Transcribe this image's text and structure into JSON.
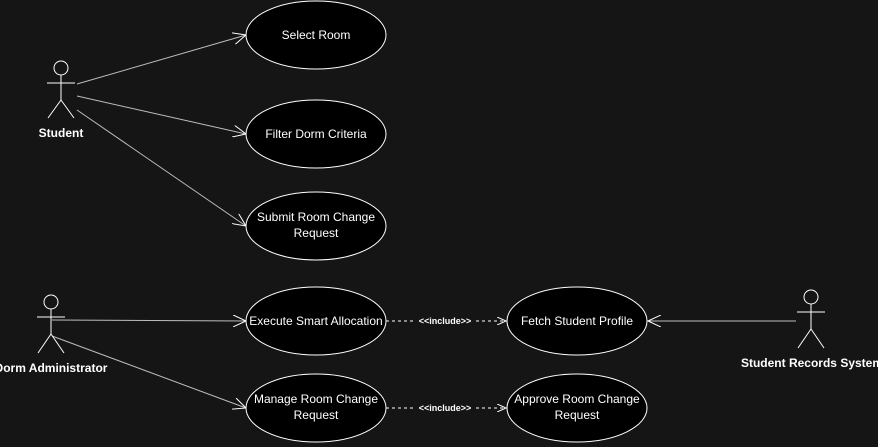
{
  "diagram": {
    "actors": [
      {
        "id": "student",
        "label": "Student"
      },
      {
        "id": "dorm-admin",
        "label": "Dorm Administrator"
      },
      {
        "id": "records",
        "label": "Student Records System"
      }
    ],
    "use_cases": [
      {
        "id": "select-room",
        "lines": [
          "Select Room"
        ]
      },
      {
        "id": "filter-dorm",
        "lines": [
          "Filter Dorm Criteria"
        ]
      },
      {
        "id": "submit-change",
        "lines": [
          "Submit Room Change",
          "Request"
        ]
      },
      {
        "id": "execute-allocation",
        "lines": [
          "Execute Smart Allocation"
        ]
      },
      {
        "id": "manage-change",
        "lines": [
          "Manage Room Change",
          "Request"
        ]
      },
      {
        "id": "fetch-profile",
        "lines": [
          "Fetch Student Profile"
        ]
      },
      {
        "id": "approve-change",
        "lines": [
          "Approve Room Change",
          "Request"
        ]
      }
    ],
    "associations": [
      {
        "from": "student",
        "to": "select-room"
      },
      {
        "from": "student",
        "to": "filter-dorm"
      },
      {
        "from": "student",
        "to": "submit-change"
      },
      {
        "from": "dorm-admin",
        "to": "execute-allocation"
      },
      {
        "from": "dorm-admin",
        "to": "manage-change"
      },
      {
        "from": "records",
        "to": "fetch-profile"
      }
    ],
    "includes": [
      {
        "from": "execute-allocation",
        "to": "fetch-profile",
        "label": "<<include>>"
      },
      {
        "from": "manage-change",
        "to": "approve-change",
        "label": "<<include>>"
      }
    ],
    "colors": {
      "background": "#151515",
      "stroke": "#ffffff",
      "association": "#bdbdbd"
    }
  }
}
